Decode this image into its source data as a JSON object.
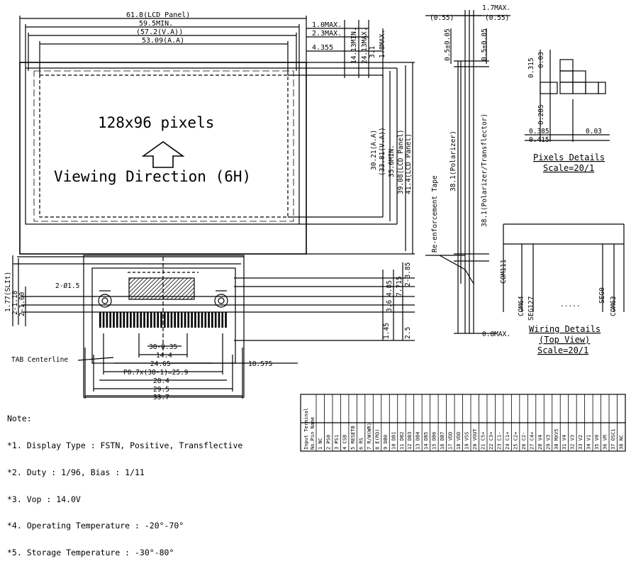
{
  "front": {
    "panel_width": "61.8(LCD Panel)",
    "min_width": "59.5MIN.",
    "va_width": "(57.2(V.A))",
    "aa_width": "53.09(A.A)",
    "dim_1max": "1.0MAX.",
    "dim_23max": "2.3MAX.",
    "dim_4355": "4.355",
    "dim_1413": "14.13MIN.",
    "dim_2413": "24.13MAX.",
    "dim_31": "3.1",
    "dim_18": "1.8MAX.",
    "aa_height": "30.21(A.A)",
    "va_height": "(33.81(V.A))",
    "min_height": "35.6MIN.",
    "panel_height": "39.08(LCD Panel)",
    "total_height": "41.4(LCD Panel)",
    "pixels_label": "128x96 pixels",
    "viewing_label": "Viewing Direction (6H)"
  },
  "fpc": {
    "hole_label": "2-Ø1.5",
    "dim_177": "1.77(SLIt)",
    "dim_118": "2-1.18",
    "dim_100": "2-1.00",
    "dim_385": "2-3.85",
    "dim_7715": "7.715",
    "dim_485": "4.85",
    "dim_36": "3.6",
    "dim_145": "1.45",
    "dim_25": "2.5",
    "pitch_038": "38-0.35",
    "dim_144": "14.4",
    "dim_2465": "24.65",
    "pitch_total": "P0.7x(38-1)=25.9",
    "dim_284": "28.4",
    "dim_295": "29.5",
    "dim_337": "33.7",
    "dim_18575": "18.575",
    "tab_label": "TAB Centerline"
  },
  "side": {
    "dim_17max": "1.7MAX.",
    "dim_055a": "(0.55)",
    "dim_055b": "(0.55)",
    "dim_05a": "0.5±0.05",
    "dim_05b": "0.5±0.05",
    "polarizer_1": "38.1(Polarizer)",
    "polarizer_2": "38.1(Polarizer/Transflector)",
    "tape_label": "Re-enforcement Tape",
    "dim_08max": "0.8MAX."
  },
  "pixel_details": {
    "title": "Pixels Details",
    "scale": "Scale=20/1",
    "dim_0315": "0.315",
    "dim_003a": "0.03",
    "dim_0285": "0.285",
    "dim_0385": "0.385",
    "dim_0415": "0.415",
    "dim_003b": "0.03"
  },
  "wiring": {
    "title": "Wiring Details",
    "subtitle": "(Top View)",
    "scale": "Scale=20/1",
    "com111": "COM111",
    "com64": "COM64",
    "seg127": "SEG127",
    "seg0": "SEG0",
    "com63": "COM63",
    "dots": "....."
  },
  "notes": {
    "heading": "Note:",
    "n1": "*1. Display Type : FSTN, Positive, Transflective",
    "n2": "*2. Duty : 1/96, Bias : 1/11",
    "n3": "*3. Vop : 14.0V",
    "n4": "*4. Operating Temperature : -20°-70°",
    "n5": "*5. Storage Temperature : -30°-80°"
  },
  "pin_table": {
    "header_1": "Input Terminal",
    "header_2": "No.Pin Name",
    "pins": [
      "1 NC",
      "2 PS0",
      "3 PS1",
      "4 CSB",
      "5 RESETB",
      "6 RS",
      "7 R/W(WR)",
      "8 E(RD)",
      "9 DB0",
      "10 DB1",
      "11 DB2",
      "12 DB3",
      "13 DB4",
      "14 DB5",
      "15 DB6",
      "16 DB7",
      "17 VDD",
      "18 VDD",
      "19 VSS",
      "20 VOUT",
      "21 C5+",
      "22 C3+",
      "23 C1-",
      "24 C1+",
      "25 C2+",
      "26 C2-",
      "27 C4+",
      "28 V4",
      "29 V3",
      "30 MXV5",
      "31 V4",
      "32 V3",
      "33 V2",
      "34 V1",
      "35 V0",
      "36 VR",
      "37 OSC1",
      "38 NC"
    ]
  }
}
